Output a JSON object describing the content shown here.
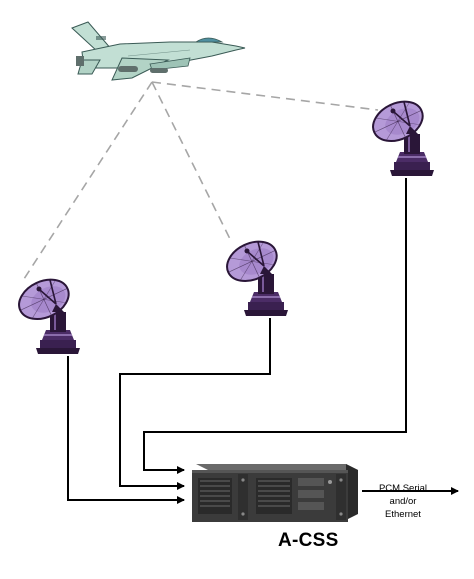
{
  "device": {
    "name": "A-CSS"
  },
  "output": {
    "lines": [
      "PCM Serial",
      "and/or",
      "Ethernet"
    ]
  },
  "icons": {
    "aircraft": "fighter-jet-icon",
    "antenna": "satellite-dish-icon",
    "device": "rackmount-server-icon"
  },
  "colors": {
    "dish_fill": "#b59ad8",
    "dish_dark": "#2a1638",
    "aircraft_fill": "#c2dfd4",
    "aircraft_outline": "#3a5a55",
    "link": "#a6a6a6",
    "wire": "#000000",
    "chassis": "#3b3b3b"
  }
}
